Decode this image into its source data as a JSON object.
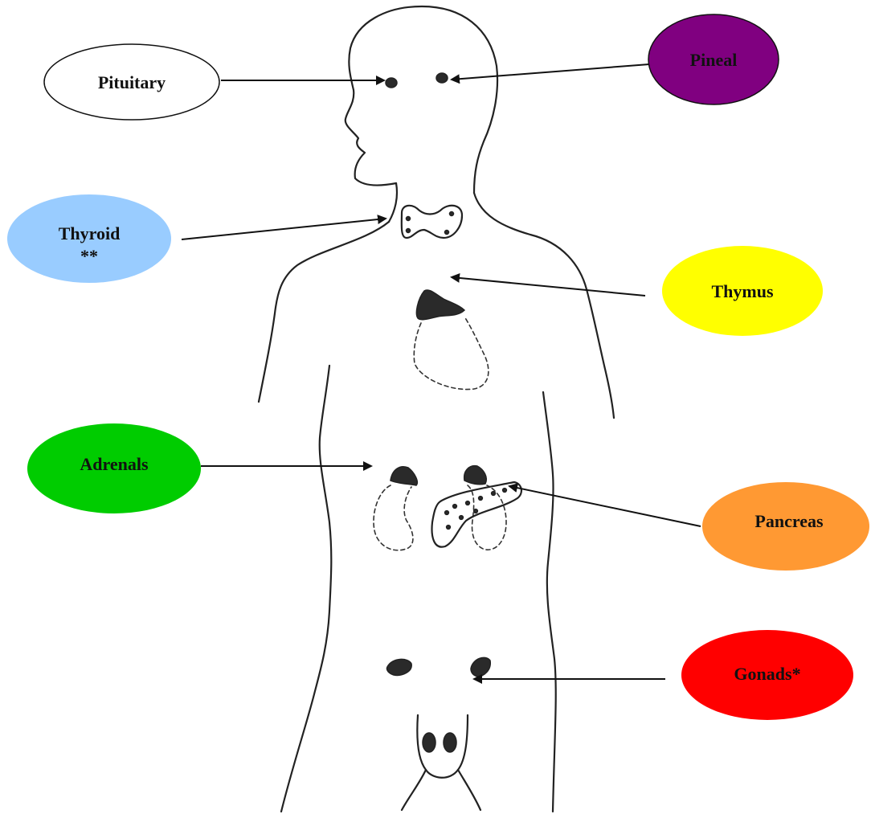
{
  "labels": {
    "pituitary": "Pituitary",
    "pineal": "Pineal",
    "thyroid_line1": "Thyroid",
    "thyroid_line2": "**",
    "thymus": "Thymus",
    "adrenals": "Adrenals",
    "pancreas": "Pancreas",
    "gonads": "Gonads*"
  },
  "colors": {
    "pituitary": "#ffffff",
    "pineal": "#800080",
    "thyroid": "#99ccff",
    "thymus": "#ffff00",
    "adrenals": "#00cc00",
    "pancreas": "#ff9933",
    "gonads": "#ff0000"
  }
}
